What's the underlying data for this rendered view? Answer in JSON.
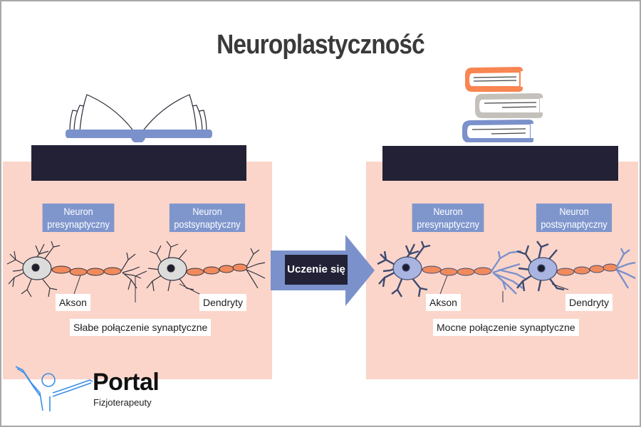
{
  "title": "Neuroplastyczność",
  "colors": {
    "panel_pink": "#fbd5ca",
    "dark_bar": "#232136",
    "label_blue": "#7f96cd",
    "axon_orange": "#f08a5d",
    "neuron_gray": "#dcdcdc",
    "neuron_blue": "#a9b5e0",
    "book_orange": "#f98551",
    "book_gray": "#c4c1bb",
    "book_blue": "#7b91cb",
    "logo_blue": "#3b8ee8"
  },
  "left_panel": {
    "icon": "open-book-icon",
    "presynaptic_label": "Neuron presynaptyczny",
    "presynaptic_line1": "Neuron",
    "presynaptic_line2": "presynaptyczny",
    "postsynaptic_line1": "Neuron",
    "postsynaptic_line2": "postsynaptyczny",
    "axon_label": "Akson",
    "dendrites_label": "Dendryty",
    "connection_label": "Słabe połączenie synaptyczne"
  },
  "arrow": {
    "label": "Uczenie się"
  },
  "right_panel": {
    "icon": "stacked-books-icon",
    "presynaptic_line1": "Neuron",
    "presynaptic_line2": "presynaptyczny",
    "postsynaptic_line1": "Neuron",
    "postsynaptic_line2": "postsynaptyczny",
    "axon_label": "Akson",
    "dendrites_label": "Dendryty",
    "connection_label": "Mocne połączenie synaptyczne"
  },
  "logo": {
    "name": "Portal",
    "subtitle": "Fizjoterapeuty"
  }
}
